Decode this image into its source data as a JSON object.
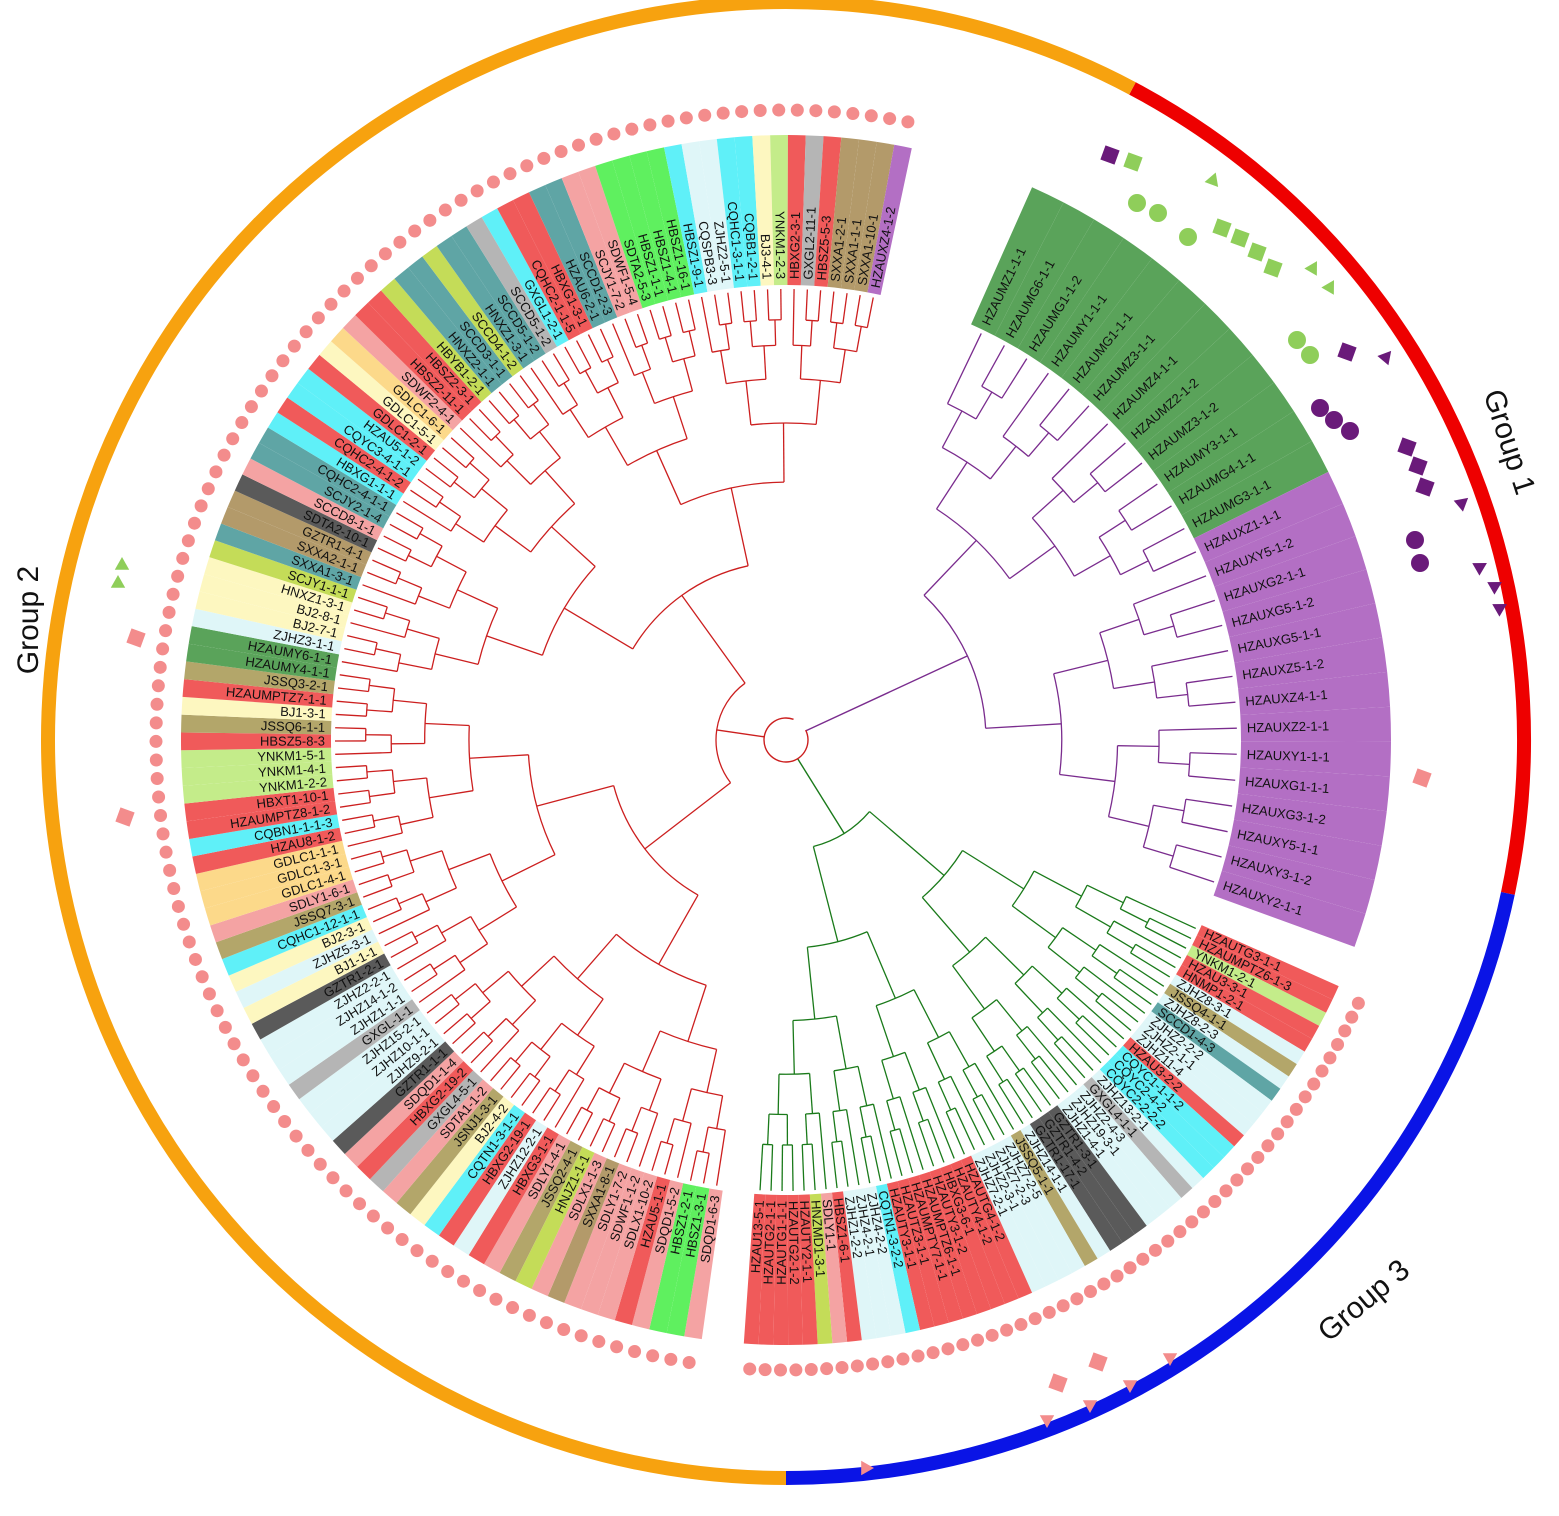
{
  "groups": [
    {
      "label": "Group 1",
      "color": "#ee0000"
    },
    {
      "label": "Group 2",
      "color": "#f7a20f"
    },
    {
      "label": "Group 3",
      "color": "#0a14e6"
    }
  ],
  "branch_colors": {
    "group1": "#7a2c8e",
    "group2": "#cc1f1f",
    "group3": "#1a7a1a"
  },
  "marker_colors": {
    "purple": "#6a1a7a",
    "green": "#8fce5a",
    "pink": "#f38c8c"
  },
  "leaves": [
    {
      "label": "HZAUMZ1-1-1",
      "group": 1,
      "color": "#5aa35a"
    },
    {
      "label": "HZAUMG6-1-1",
      "group": 1,
      "color": "#5aa35a"
    },
    {
      "label": "HZAUMG1-1-2",
      "group": 1,
      "color": "#5aa35a"
    },
    {
      "label": "HZAUMY1-1-1",
      "group": 1,
      "color": "#5aa35a"
    },
    {
      "label": "HZAUMG1-1-1",
      "group": 1,
      "color": "#5aa35a"
    },
    {
      "label": "HZAUMZ3-1-1",
      "group": 1,
      "color": "#5aa35a"
    },
    {
      "label": "HZAUMZ4-1-1",
      "group": 1,
      "color": "#5aa35a"
    },
    {
      "label": "HZAUMZ2-1-2",
      "group": 1,
      "color": "#5aa35a"
    },
    {
      "label": "HZAUMZ3-1-2",
      "group": 1,
      "color": "#5aa35a"
    },
    {
      "label": "HZAUMY3-1-1",
      "group": 1,
      "color": "#5aa35a"
    },
    {
      "label": "HZAUMG4-1-1",
      "group": 1,
      "color": "#5aa35a"
    },
    {
      "label": "HZAUMG3-1-1",
      "group": 1,
      "color": "#5aa35a"
    },
    {
      "label": "HZAUXZ1-1-1",
      "group": 1,
      "color": "#b36fc4"
    },
    {
      "label": "HZAUXY5-1-2",
      "group": 1,
      "color": "#b36fc4"
    },
    {
      "label": "HZAUXG2-1-1",
      "group": 1,
      "color": "#b36fc4"
    },
    {
      "label": "HZAUXG5-1-2",
      "group": 1,
      "color": "#b36fc4"
    },
    {
      "label": "HZAUXG5-1-1",
      "group": 1,
      "color": "#b36fc4"
    },
    {
      "label": "HZAUXZ5-1-2",
      "group": 1,
      "color": "#b36fc4"
    },
    {
      "label": "HZAUXZ4-1-1",
      "group": 1,
      "color": "#b36fc4"
    },
    {
      "label": "HZAUXZ2-1-1",
      "group": 1,
      "color": "#b36fc4"
    },
    {
      "label": "HZAUXY1-1-1",
      "group": 1,
      "color": "#b36fc4"
    },
    {
      "label": "HZAUXG1-1-1",
      "group": 1,
      "color": "#b36fc4"
    },
    {
      "label": "HZAUXG3-1-2",
      "group": 1,
      "color": "#b36fc4"
    },
    {
      "label": "HZAUXY5-1-1",
      "group": 1,
      "color": "#b36fc4"
    },
    {
      "label": "HZAUXY3-1-2",
      "group": 1,
      "color": "#b36fc4"
    },
    {
      "label": "HZAUXY2-1-1",
      "group": 1,
      "color": "#b36fc4"
    },
    {
      "label": "HZAUTG3-1-1",
      "group": 3,
      "color": "#f05a5a"
    },
    {
      "label": "HZAUMPTZ6-1-3",
      "group": 3,
      "color": "#f05a5a"
    },
    {
      "label": "YNKM1-2-1",
      "group": 3,
      "color": "#c4ec8a"
    },
    {
      "label": "HZAU3-3-1",
      "group": 3,
      "color": "#f05a5a"
    },
    {
      "label": "HNMP1-2-1",
      "group": 3,
      "color": "#f05a5a"
    },
    {
      "label": "ZJHZ8-3-1",
      "group": 3,
      "color": "#dff6f8"
    },
    {
      "label": "JSSQ4-1-1",
      "group": 3,
      "color": "#b3a66a"
    },
    {
      "label": "ZJHZ8-2-3",
      "group": 3,
      "color": "#dff6f8"
    },
    {
      "label": "SCCD1-4-3",
      "group": 3,
      "color": "#5fa5a5"
    },
    {
      "label": "ZJHZ2-2-2",
      "group": 3,
      "color": "#dff6f8"
    },
    {
      "label": "ZJHZ2-1-1",
      "group": 3,
      "color": "#dff6f8"
    },
    {
      "label": "ZJHZ11-4",
      "group": 3,
      "color": "#dff6f8"
    },
    {
      "label": "HZAU3-2-2",
      "group": 3,
      "color": "#f05a5a"
    },
    {
      "label": "CQYC1-1-1-2",
      "group": 3,
      "color": "#5ff0f8"
    },
    {
      "label": "CQYC2-4-2",
      "group": 3,
      "color": "#5ff0f8"
    },
    {
      "label": "CQYC2-2-2-2",
      "group": 3,
      "color": "#5ff0f8"
    },
    {
      "label": "ZJHZ13-2-1",
      "group": 3,
      "color": "#dff6f8"
    },
    {
      "label": "GXGL4-1-1",
      "group": 3,
      "color": "#b5b5b5"
    },
    {
      "label": "ZJHZ2-4-3",
      "group": 3,
      "color": "#dff6f8"
    },
    {
      "label": "ZJHZ19-3-1",
      "group": 3,
      "color": "#dff6f8"
    },
    {
      "label": "ZJHZ1-4-1",
      "group": 3,
      "color": "#dff6f8"
    },
    {
      "label": "GZTR1-3-1",
      "group": 3,
      "color": "#5a5a5a"
    },
    {
      "label": "GZTR1-4-2",
      "group": 3,
      "color": "#5a5a5a"
    },
    {
      "label": "GZTR1-17-1",
      "group": 3,
      "color": "#5a5a5a"
    },
    {
      "label": "ZJHZ14-1-1",
      "group": 3,
      "color": "#dff6f8"
    },
    {
      "label": "JSSQ5-1-1",
      "group": 3,
      "color": "#b3a66a"
    },
    {
      "label": "ZJHZ7-2-5",
      "group": 3,
      "color": "#dff6f8"
    },
    {
      "label": "ZJHZ7-2-3",
      "group": 3,
      "color": "#dff6f8"
    },
    {
      "label": "ZJHZ2-3-1",
      "group": 3,
      "color": "#dff6f8"
    },
    {
      "label": "ZJHZ7-2-1",
      "group": 3,
      "color": "#dff6f8"
    },
    {
      "label": "HZAUTG4-1-2",
      "group": 3,
      "color": "#f05a5a"
    },
    {
      "label": "HZAUTY4-1-2",
      "group": 3,
      "color": "#f05a5a"
    },
    {
      "label": "HBXG3-6-1",
      "group": 3,
      "color": "#f05a5a"
    },
    {
      "label": "HZAUTY3-1-2",
      "group": 3,
      "color": "#f05a5a"
    },
    {
      "label": "HZAUMPTZ6-1-1",
      "group": 3,
      "color": "#f05a5a"
    },
    {
      "label": "HZAUMPTY7-1-1",
      "group": 3,
      "color": "#f05a5a"
    },
    {
      "label": "HZAUTZ3-1-1",
      "group": 3,
      "color": "#f05a5a"
    },
    {
      "label": "HZAUTY3-1-1",
      "group": 3,
      "color": "#f05a5a"
    },
    {
      "label": "CQTN1-3-2-2",
      "group": 3,
      "color": "#5ff0f8"
    },
    {
      "label": "ZJHZ4-2-2",
      "group": 3,
      "color": "#dff6f8"
    },
    {
      "label": "ZJHZ4-2-1",
      "group": 3,
      "color": "#dff6f8"
    },
    {
      "label": "ZJHZ1-2-2",
      "group": 3,
      "color": "#dff6f8"
    },
    {
      "label": "HBSZ1-6-1",
      "group": 3,
      "color": "#f05a5a"
    },
    {
      "label": "SDLY1-1",
      "group": 3,
      "color": "#f4a3a3"
    },
    {
      "label": "HNZMD1-3-1",
      "group": 3,
      "color": "#c4dc58"
    },
    {
      "label": "HZAUTY2-1-1",
      "group": 3,
      "color": "#f05a5a"
    },
    {
      "label": "HZAUTG2-1-2",
      "group": 3,
      "color": "#f05a5a"
    },
    {
      "label": "HZAUTG1-1-1",
      "group": 3,
      "color": "#f05a5a"
    },
    {
      "label": "HZAUTG2-1-1",
      "group": 3,
      "color": "#f05a5a"
    },
    {
      "label": "HZAU13-5-1",
      "group": 3,
      "color": "#f05a5a"
    },
    {
      "label": "SDQD1-6-3",
      "group": 2,
      "color": "#f4a3a3"
    },
    {
      "label": "HBSZ1-3-1",
      "group": 2,
      "color": "#5ff05f"
    },
    {
      "label": "HBSZ1-2-1",
      "group": 2,
      "color": "#5ff05f"
    },
    {
      "label": "SDQD1-5-2",
      "group": 2,
      "color": "#f4a3a3"
    },
    {
      "label": "HZAU5-1-1",
      "group": 2,
      "color": "#f05a5a"
    },
    {
      "label": "SDLX1-10-2",
      "group": 2,
      "color": "#f4a3a3"
    },
    {
      "label": "SDWF1-1-2",
      "group": 2,
      "color": "#f4a3a3"
    },
    {
      "label": "SDLY1-7-2",
      "group": 2,
      "color": "#f4a3a3"
    },
    {
      "label": "SXXA1-8-1",
      "group": 2,
      "color": "#b39a6a"
    },
    {
      "label": "SDLX1-1-3",
      "group": 2,
      "color": "#f4a3a3"
    },
    {
      "label": "HNJZ1-1-1",
      "group": 2,
      "color": "#c4dc58"
    },
    {
      "label": "JSSQ2-4-1",
      "group": 2,
      "color": "#b3a66a"
    },
    {
      "label": "SDLY1-4-1",
      "group": 2,
      "color": "#f4a3a3"
    },
    {
      "label": "HBXG3-1-1",
      "group": 2,
      "color": "#f05a5a"
    },
    {
      "label": "ZJHZ12-2-1",
      "group": 2,
      "color": "#dff6f8"
    },
    {
      "label": "HBXG2-19-1",
      "group": 2,
      "color": "#f05a5a"
    },
    {
      "label": "CQTN1-3-1-1",
      "group": 2,
      "color": "#5ff0f8"
    },
    {
      "label": "BJ2-4-2",
      "group": 2,
      "color": "#fdf7c0"
    },
    {
      "label": "JSNJ1-3-1",
      "group": 2,
      "color": "#b3a66a"
    },
    {
      "label": "SDTA1-1-2",
      "group": 2,
      "color": "#f4a3a3"
    },
    {
      "label": "GXGL4-5-1",
      "group": 2,
      "color": "#b5b5b5"
    },
    {
      "label": "HBXG2-19-2",
      "group": 2,
      "color": "#f05a5a"
    },
    {
      "label": "SDQD1-1-4",
      "group": 2,
      "color": "#f4a3a3"
    },
    {
      "label": "GZTR1-1-1",
      "group": 2,
      "color": "#5a5a5a"
    },
    {
      "label": "ZJHZ9-2-1",
      "group": 2,
      "color": "#dff6f8"
    },
    {
      "label": "ZJHZ10-1-1",
      "group": 2,
      "color": "#dff6f8"
    },
    {
      "label": "ZJHZ15-2-1",
      "group": 2,
      "color": "#dff6f8"
    },
    {
      "label": "GXGL-1-1",
      "group": 2,
      "color": "#b5b5b5"
    },
    {
      "label": "ZJHZ1-1-1",
      "group": 2,
      "color": "#dff6f8"
    },
    {
      "label": "ZJHZ14-1-2",
      "group": 2,
      "color": "#dff6f8"
    },
    {
      "label": "ZJHZ2-2-1",
      "group": 2,
      "color": "#dff6f8"
    },
    {
      "label": "GZTR1-2-1",
      "group": 2,
      "color": "#5a5a5a"
    },
    {
      "label": "BJ1-1-1",
      "group": 2,
      "color": "#fdf7c0"
    },
    {
      "label": "ZJHZ5-3-1",
      "group": 2,
      "color": "#dff6f8"
    },
    {
      "label": "BJ2-3-1",
      "group": 2,
      "color": "#fdf7c0"
    },
    {
      "label": "CQHC1-12-1-1",
      "group": 2,
      "color": "#5ff0f8"
    },
    {
      "label": "JSSQ7-3-1",
      "group": 2,
      "color": "#b3a66a"
    },
    {
      "label": "SDLY1-6-1",
      "group": 2,
      "color": "#f4a3a3"
    },
    {
      "label": "GDLC1-4-1",
      "group": 2,
      "color": "#fcd98a"
    },
    {
      "label": "GDLC1-3-1",
      "group": 2,
      "color": "#fcd98a"
    },
    {
      "label": "GDLC1-1-1",
      "group": 2,
      "color": "#fcd98a"
    },
    {
      "label": "HZAU8-1-2",
      "group": 2,
      "color": "#f05a5a"
    },
    {
      "label": "CQBN1-1-1-3",
      "group": 2,
      "color": "#5ff0f8"
    },
    {
      "label": "HZAUMPTZ8-1-2",
      "group": 2,
      "color": "#f05a5a"
    },
    {
      "label": "HBXT1-10-1",
      "group": 2,
      "color": "#f05a5a"
    },
    {
      "label": "YNKM1-2-2",
      "group": 2,
      "color": "#c4ec8a"
    },
    {
      "label": "YNKM1-4-1",
      "group": 2,
      "color": "#c4ec8a"
    },
    {
      "label": "YNKM1-5-1",
      "group": 2,
      "color": "#c4ec8a"
    },
    {
      "label": "HBSZ5-8-3",
      "group": 2,
      "color": "#f05a5a"
    },
    {
      "label": "JSSQ6-1-1",
      "group": 2,
      "color": "#b3a66a"
    },
    {
      "label": "BJ1-3-1",
      "group": 2,
      "color": "#fdf7c0"
    },
    {
      "label": "HZAUMPTZ7-1-1",
      "group": 2,
      "color": "#f05a5a"
    },
    {
      "label": "JSSQ3-2-1",
      "group": 2,
      "color": "#b3a66a"
    },
    {
      "label": "HZAUMY4-1-1",
      "group": 2,
      "color": "#5aa35a"
    },
    {
      "label": "HZAUMY6-1-1",
      "group": 2,
      "color": "#5aa35a"
    },
    {
      "label": "ZJHZ3-1-1",
      "group": 2,
      "color": "#dff6f8"
    },
    {
      "label": "BJ2-7-1",
      "group": 2,
      "color": "#fdf7c0"
    },
    {
      "label": "BJ2-8-1",
      "group": 2,
      "color": "#fdf7c0"
    },
    {
      "label": "HNXZ1-3-1",
      "group": 2,
      "color": "#fdf7c0"
    },
    {
      "label": "SCJY1-1-1",
      "group": 2,
      "color": "#c4dc58"
    },
    {
      "label": "SXXA1-3-1",
      "group": 2,
      "color": "#5fa5a5"
    },
    {
      "label": "SXXA2-1-1",
      "group": 2,
      "color": "#b39a6a"
    },
    {
      "label": "GZTR1-4-1",
      "group": 2,
      "color": "#b39a6a"
    },
    {
      "label": "SDTA2-10-1",
      "group": 2,
      "color": "#5a5a5a"
    },
    {
      "label": "SCCD8-1-1",
      "group": 2,
      "color": "#f4a3a3"
    },
    {
      "label": "SCJY2-1-4",
      "group": 2,
      "color": "#5fa5a5"
    },
    {
      "label": "CQHC2-4-1-1",
      "group": 2,
      "color": "#5fa5a5"
    },
    {
      "label": "HBXG1-1-1",
      "group": 2,
      "color": "#5ff0f8"
    },
    {
      "label": "CQHC2-4-1-2",
      "group": 2,
      "color": "#f05a5a"
    },
    {
      "label": "CQYC3-4-1-1",
      "group": 2,
      "color": "#5ff0f8"
    },
    {
      "label": "HZAU5-1-2",
      "group": 2,
      "color": "#5ff0f8"
    },
    {
      "label": "GDLC1-2-1",
      "group": 2,
      "color": "#f05a5a"
    },
    {
      "label": "GDLC1-5-1",
      "group": 2,
      "color": "#fdf7c0"
    },
    {
      "label": "GDLC1-6-1",
      "group": 2,
      "color": "#fcd98a"
    },
    {
      "label": "SDWF2-4-1",
      "group": 2,
      "color": "#f4a3a3"
    },
    {
      "label": "HBSZ2-11-1",
      "group": 2,
      "color": "#f05a5a"
    },
    {
      "label": "HBSZ2-3-1",
      "group": 2,
      "color": "#f05a5a"
    },
    {
      "label": "HBYB1-2-1",
      "group": 2,
      "color": "#c4dc58"
    },
    {
      "label": "HNXZ2-1-1",
      "group": 2,
      "color": "#5fa5a5"
    },
    {
      "label": "SCCD3-1-1",
      "group": 2,
      "color": "#5fa5a5"
    },
    {
      "label": "SCCD4-1-2",
      "group": 2,
      "color": "#c4dc58"
    },
    {
      "label": "HNXZ1-3-1",
      "group": 2,
      "color": "#5fa5a5"
    },
    {
      "label": "SCCD5-1-2",
      "group": 2,
      "color": "#5fa5a5"
    },
    {
      "label": "SCCD5-1-2",
      "group": 2,
      "color": "#b5b5b5"
    },
    {
      "label": "GXGL1-2-1",
      "group": 2,
      "color": "#5ff0f8"
    },
    {
      "label": "CQHC2-1-1-5",
      "group": 2,
      "color": "#f05a5a"
    },
    {
      "label": "HBXG1-3-1",
      "group": 2,
      "color": "#f05a5a"
    },
    {
      "label": "HZAU6-2-1",
      "group": 2,
      "color": "#5fa5a5"
    },
    {
      "label": "SCCD1-2-3",
      "group": 2,
      "color": "#5fa5a5"
    },
    {
      "label": "SCJY1-7-2",
      "group": 2,
      "color": "#f4a3a3"
    },
    {
      "label": "SDWF1-5-4",
      "group": 2,
      "color": "#f4a3a3"
    },
    {
      "label": "SDTA2-5-3",
      "group": 2,
      "color": "#5ff05f"
    },
    {
      "label": "HBSZ1-1-1",
      "group": 2,
      "color": "#5ff05f"
    },
    {
      "label": "HBSZ1-4-1",
      "group": 2,
      "color": "#5ff05f"
    },
    {
      "label": "HBSZ1-16-1",
      "group": 2,
      "color": "#5ff05f"
    },
    {
      "label": "HBSZ1-9-1",
      "group": 2,
      "color": "#5ff0f8"
    },
    {
      "label": "CQSPB3-3",
      "group": 2,
      "color": "#dff6f8"
    },
    {
      "label": "ZJHZ2-5-1",
      "group": 2,
      "color": "#dff6f8"
    },
    {
      "label": "CQHC1-3-1-1",
      "group": 2,
      "color": "#5ff0f8"
    },
    {
      "label": "CQBB1-2-1",
      "group": 2,
      "color": "#5ff0f8"
    },
    {
      "label": "BJ3-4-1",
      "group": 2,
      "color": "#fdf7c0"
    },
    {
      "label": "YNKM1-2-3",
      "group": 2,
      "color": "#c4ec8a"
    },
    {
      "label": "HBXG2-3-1",
      "group": 2,
      "color": "#f05a5a"
    },
    {
      "label": "GXGL2-11-1",
      "group": 2,
      "color": "#b5b5b5"
    },
    {
      "label": "HBSZ5-5-3",
      "group": 2,
      "color": "#f05a5a"
    },
    {
      "label": "SXXA1-2-1",
      "group": 2,
      "color": "#b39a6a"
    },
    {
      "label": "SXXA1-1-1",
      "group": 2,
      "color": "#b39a6a"
    },
    {
      "label": "SXXA1-10-1",
      "group": 2,
      "color": "#b39a6a"
    },
    {
      "label": "HZAUXZ4-1-2",
      "group": 2,
      "color": "#b36fc4"
    }
  ]
}
